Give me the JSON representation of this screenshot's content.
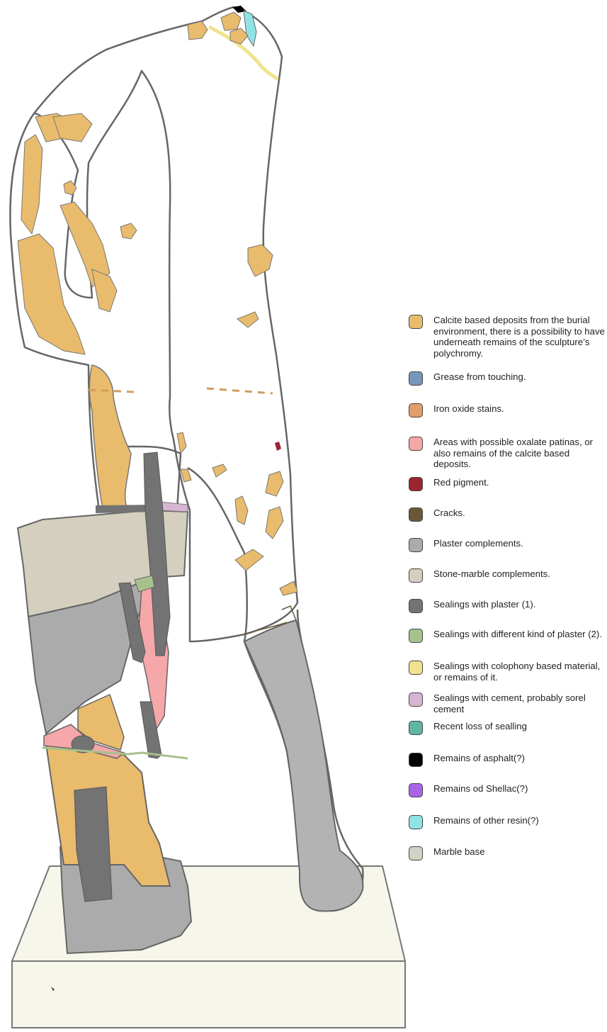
{
  "legend": {
    "items": [
      {
        "label": "Calcite based deposits from the burial environment, there is a possibility to have underneath remains of the sculpture’s polychromy.",
        "color": "#e9bb6c"
      },
      {
        "label": "Grease from touching.",
        "color": "#7797bb"
      },
      {
        "label": "Iron oxide stains.",
        "color": "#e49c6c"
      },
      {
        "label": "Areas with possible oxalate patinas, or also remains of the calcite based deposits.",
        "color": "#f5a7a9"
      },
      {
        "label": "Red pigment.",
        "color": "#9b2433"
      },
      {
        "label": "Cracks.",
        "color": "#6b5839"
      },
      {
        "label": "Plaster complements.",
        "color": "#ababab"
      },
      {
        "label": "Stone-marble complements.",
        "color": "#d4cfbe"
      },
      {
        "label": "Sealings with plaster (1).",
        "color": "#737373"
      },
      {
        "label": "Sealings with different kind of plaster (2).",
        "color": "#a6c18b"
      },
      {
        "label": "Sealings with colophony based material, or remains of it.",
        "color": "#f0e38e"
      },
      {
        "label": "Sealings with cement, probably sorel cement",
        "color": "#d6b6d2"
      },
      {
        "label": "Recent loss of sealling",
        "color": "#5eb5a8"
      },
      {
        "label": "Remains of asphalt(?)",
        "color": "#000000"
      },
      {
        "label": "Remains od Shellac(?)",
        "color": "#a865e8"
      },
      {
        "label": "Remains of other resin(?)",
        "color": "#8fe3e3"
      },
      {
        "label": "Marble base",
        "color": "#d2d2c6"
      }
    ]
  }
}
